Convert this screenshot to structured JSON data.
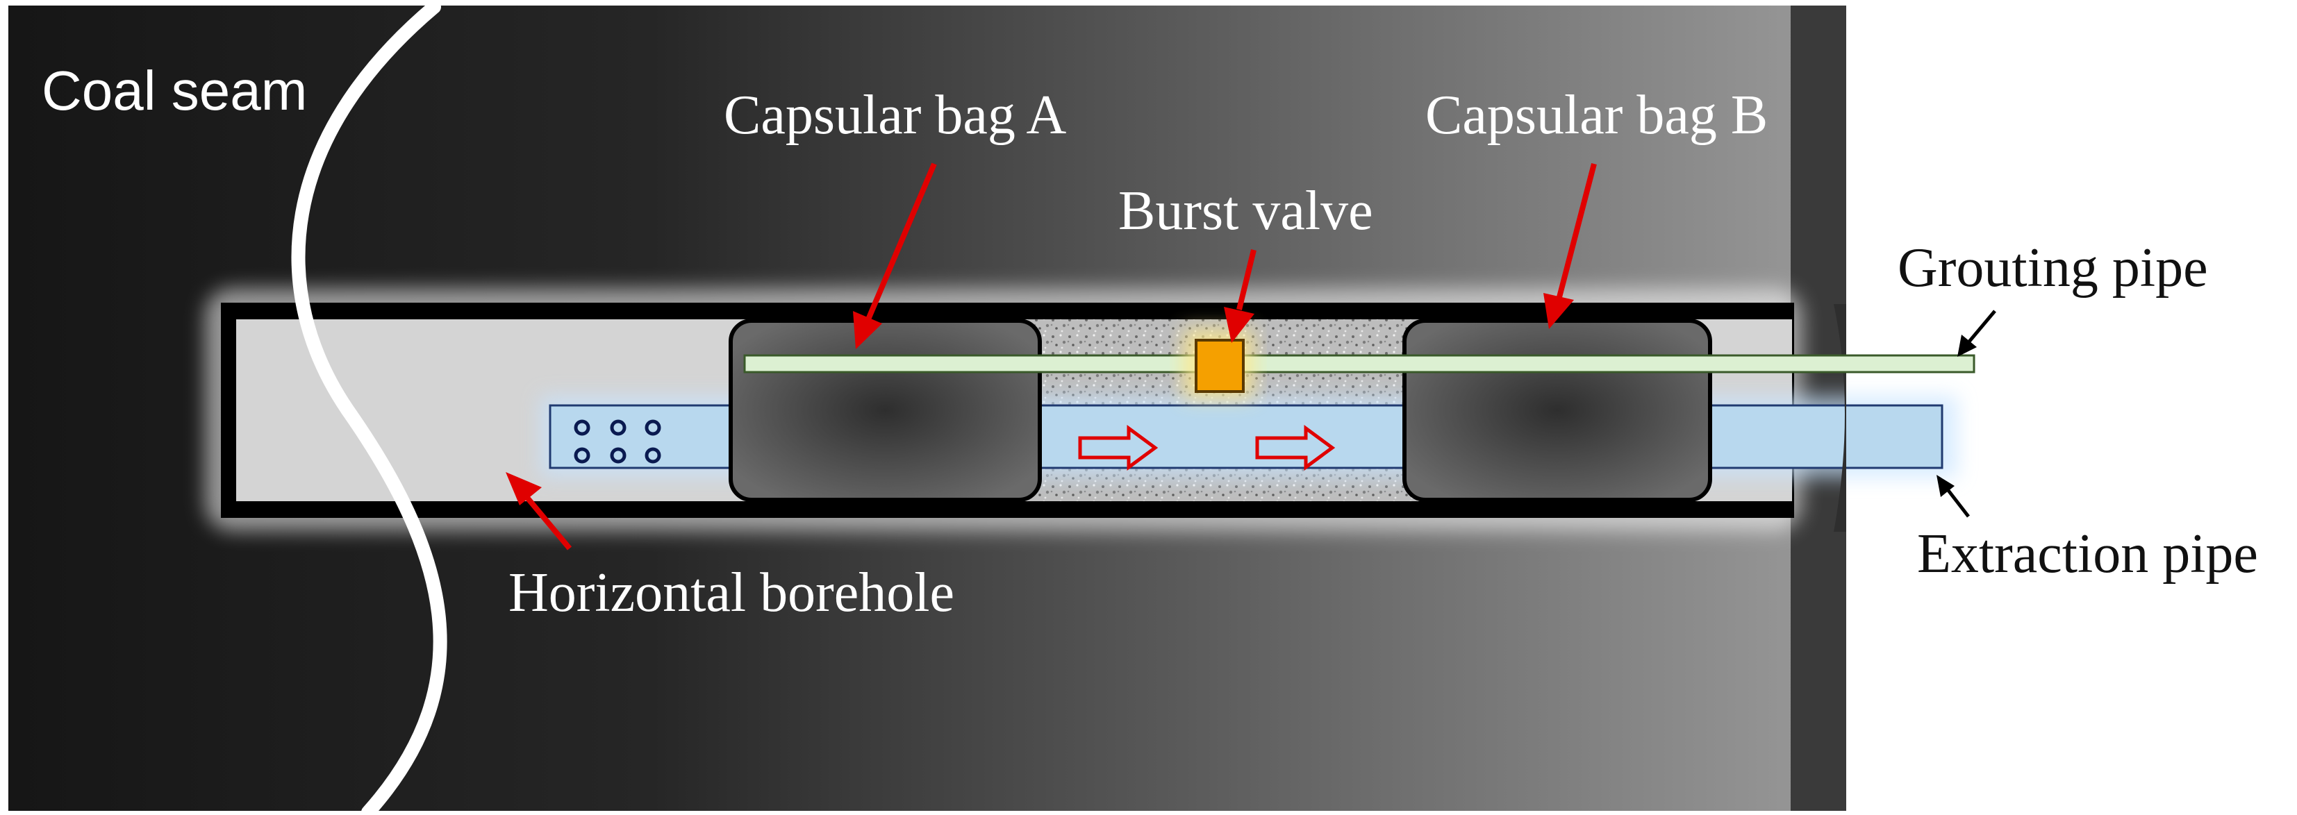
{
  "labels": {
    "coal_seam": "Coal seam",
    "capsular_bag_a": "Capsular bag A",
    "capsular_bag_b": "Capsular bag B",
    "burst_valve": "Burst valve",
    "grouting_pipe": "Grouting pipe",
    "extraction_pipe": "Extraction pipe",
    "horizontal_borehole": "Horizontal borehole"
  },
  "colors": {
    "arrow_red": "#e00000",
    "valve_orange": "#f5a000",
    "grouting_pipe_green": "#dcf0d2",
    "extraction_pipe_blue": "#b8d8ee",
    "borehole_gray": "#d4d4d4"
  },
  "icons": {
    "flow_arrow": "outlined-right-arrow",
    "perforation": "circle-hole"
  }
}
